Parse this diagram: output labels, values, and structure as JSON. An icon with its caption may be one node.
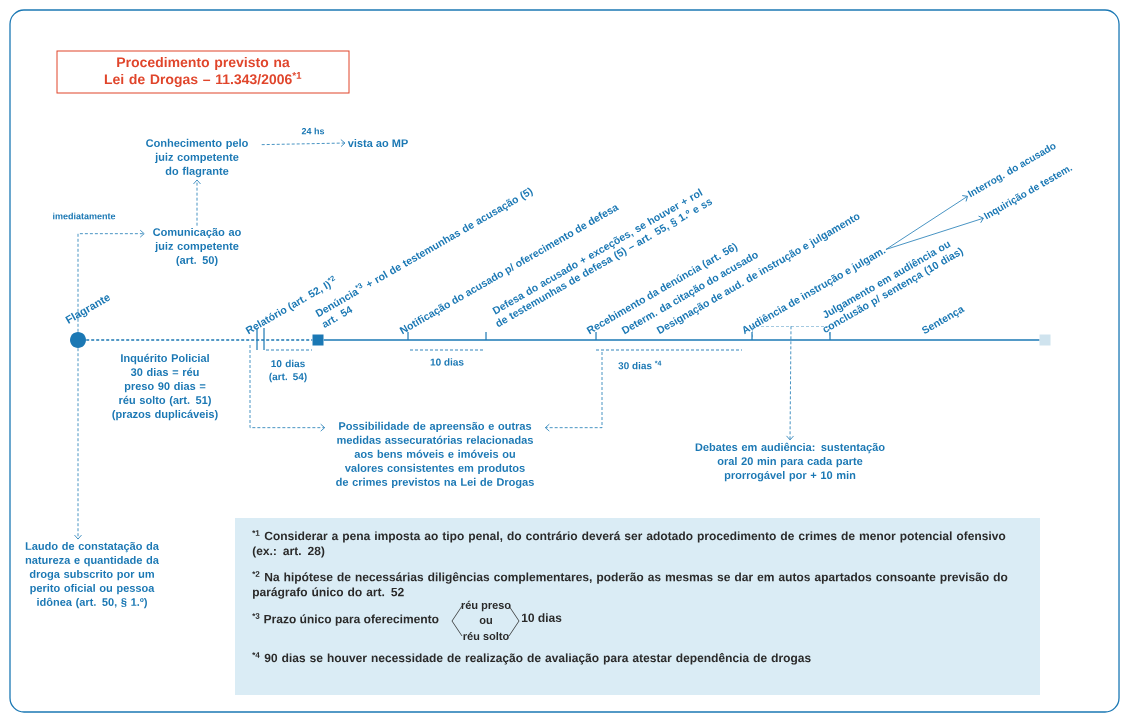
{
  "diagram": {
    "title": "Procedimento previsto na Lei de Drogas – 11.343/2006$^{*1}$",
    "nodes": [
      {
        "text": [
          "Conhecimento pelo juiz competente do flagrante"
        ]
      },
      {
        "text": [
          "vista ao MP"
        ]
      },
      {
        "text": [
          "Comunicação ao juiz competente (art. 50)"
        ]
      },
      {
        "text": [],
        "shape": "circle",
        "beside": [
          "Flagrante"
        ]
      },
      {
        "text": [],
        "shape": "box"
      },
      {
        "text": [
          "Audiência de instrução e julgam."
        ]
      },
      {
        "text": [
          "Interrog. do acusado"
        ]
      },
      {
        "text": [
          "Inquirição de testem."
        ]
      },
      {
        "text": [
          "Possibilidade de apreensão e outras medidas assecuratórias relacionadas aos bens móveis e imóveis ou valores consistentes em produtos de crimes previstos na Lei de Drogas"
        ]
      },
      {
        "text": [
          "Debates em audiência: sustentação oral 20 min para cada parte prorrogável por + 10 min"
        ]
      },
      {
        "text": [],
        "shape": "box"
      },
      {
        "text": [
          "Laudo de constatação da natureza e quantidade da droga subscrito por um perito oficial ou pessoa idônea (art. 50, § 1.º)"
        ]
      },
      {
        "text": [],
        "shape": "bracket"
      }
    ],
    "edges": [
      {
        "from": 3,
        "to": 2,
        "arrow": "to",
        "style": "dashed",
        "label": "imediatamente"
      },
      {
        "from": 2,
        "to": 0,
        "arrow": "to",
        "style": "dashed"
      },
      {
        "from": 0,
        "to": 1,
        "arrow": "to",
        "style": "dashed",
        "label": "24 hs"
      },
      {
        "from": 3,
        "to": 11,
        "arrow": "to",
        "style": "dashed"
      },
      {
        "from": 3,
        "to": 4,
        "arrow": "none",
        "style": "dashed"
      },
      {
        "from": 4,
        "to": 10,
        "arrow": "none"
      },
      {
        "from": null,
        "to": 8,
        "arrow": "to",
        "style": "dashed"
      },
      {
        "from": null,
        "to": 8,
        "arrow": "to",
        "style": "dashed"
      },
      {
        "from": 12,
        "to": 9,
        "arrow": "to",
        "style": "dashed"
      },
      {
        "from": 5,
        "to": 6,
        "arrow": "to"
      },
      {
        "from": 5,
        "to": 7,
        "arrow": "to"
      }
    ],
    "labels": [
      "Relatório (art. 52, I)$^{*2}$",
      "Denúncia$^{*3}$ + rol de testemunhas de acusação (5) art. 54",
      "Notificação do acusado p/ oferecimento de defesa",
      "Defesa do acusado + exceções, se houver + rol de testemunhas de defesa (5) – art. 55, § 1.º e ss",
      "Recebimento da denúncia (art. 56)",
      "Determ. da citação do acusado",
      "Designação de aud. de instrução e julgamento",
      "Julgamento em audiência ou conclusão p/ sentença (10 dias)",
      "Sentença",
      "Inquérito Policial 30 dias = réu preso 90 dias = réu solto (art. 51) (prazos duplicáveis)",
      "10 dias (art. 54)",
      "10 dias",
      "30 dias $^{*4}$",
      "$^{*1}$ Considerar a pena imposta ao tipo penal, do contrário deverá ser adotado procedimento de crimes de menor potencial ofensivo (ex.: art. 28)",
      "$^{*2}$ Na hipótese de necessárias diligências complementares, poderão as mesmas se dar em autos apartados consoante previsão do parágrafo único do art. 52",
      "$^{*3}$ Prazo único para oferecimento",
      "réu preso",
      "ou",
      "réu solto",
      "10 dias",
      "$^{*4}$ 90 dias se houver necessidade de realização de avaliação para atestar dependência de drogas"
    ]
  }
}
